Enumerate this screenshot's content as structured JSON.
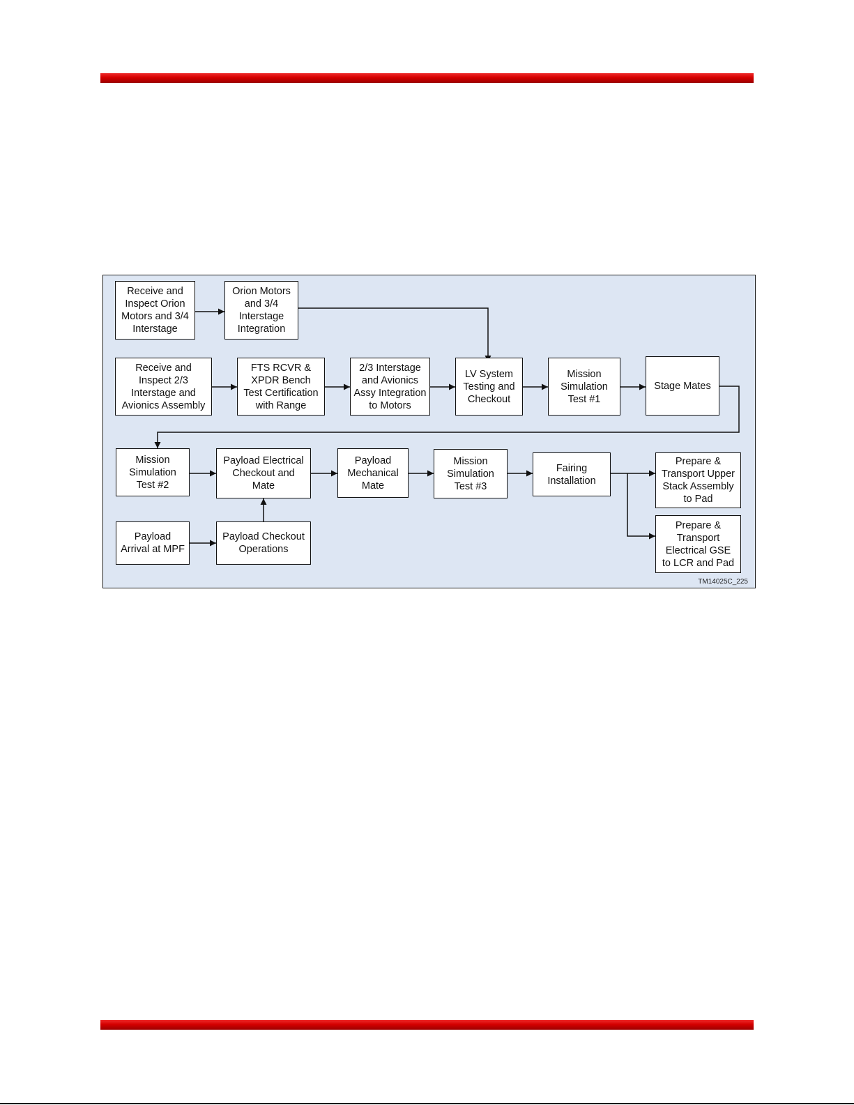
{
  "header": {
    "accent_color": "#d40000"
  },
  "diagram": {
    "background_color": "#dde6f3",
    "figure_id": "TM14025C_225",
    "nodes": {
      "receive_orion": "Receive and\nInspect Orion\nMotors and 3/4\nInterstage",
      "orion_integration": "Orion Motors\nand 3/4\nInterstage\nIntegration",
      "receive_23": "Receive and\nInspect 2/3\nInterstage and\nAvionics Assembly",
      "fts_bench": "FTS RCVR &\nXPDR Bench\nTest Certification\nwith Range",
      "interstage_avionics": "2/3 Interstage\nand Avionics\nAssy Integration\nto Motors",
      "lv_testing": "LV System\nTesting and\nCheckout",
      "mission_sim_1": "Mission\nSimulation\nTest #1",
      "stage_mates": "Stage Mates",
      "mission_sim_2": "Mission\nSimulation\nTest #2",
      "payload_electrical": "Payload Electrical\nCheckout and\nMate",
      "payload_mechanical": "Payload\nMechanical\nMate",
      "mission_sim_3": "Mission\nSimulation\nTest #3",
      "fairing": "Fairing\nInstallation",
      "prepare_upper": "Prepare &\nTransport Upper\nStack Assembly\nto Pad",
      "payload_arrival": "Payload\nArrival at MPF",
      "payload_checkout": "Payload Checkout\nOperations",
      "prepare_gse": "Prepare &\nTransport\nElectrical GSE\nto LCR and Pad"
    }
  }
}
